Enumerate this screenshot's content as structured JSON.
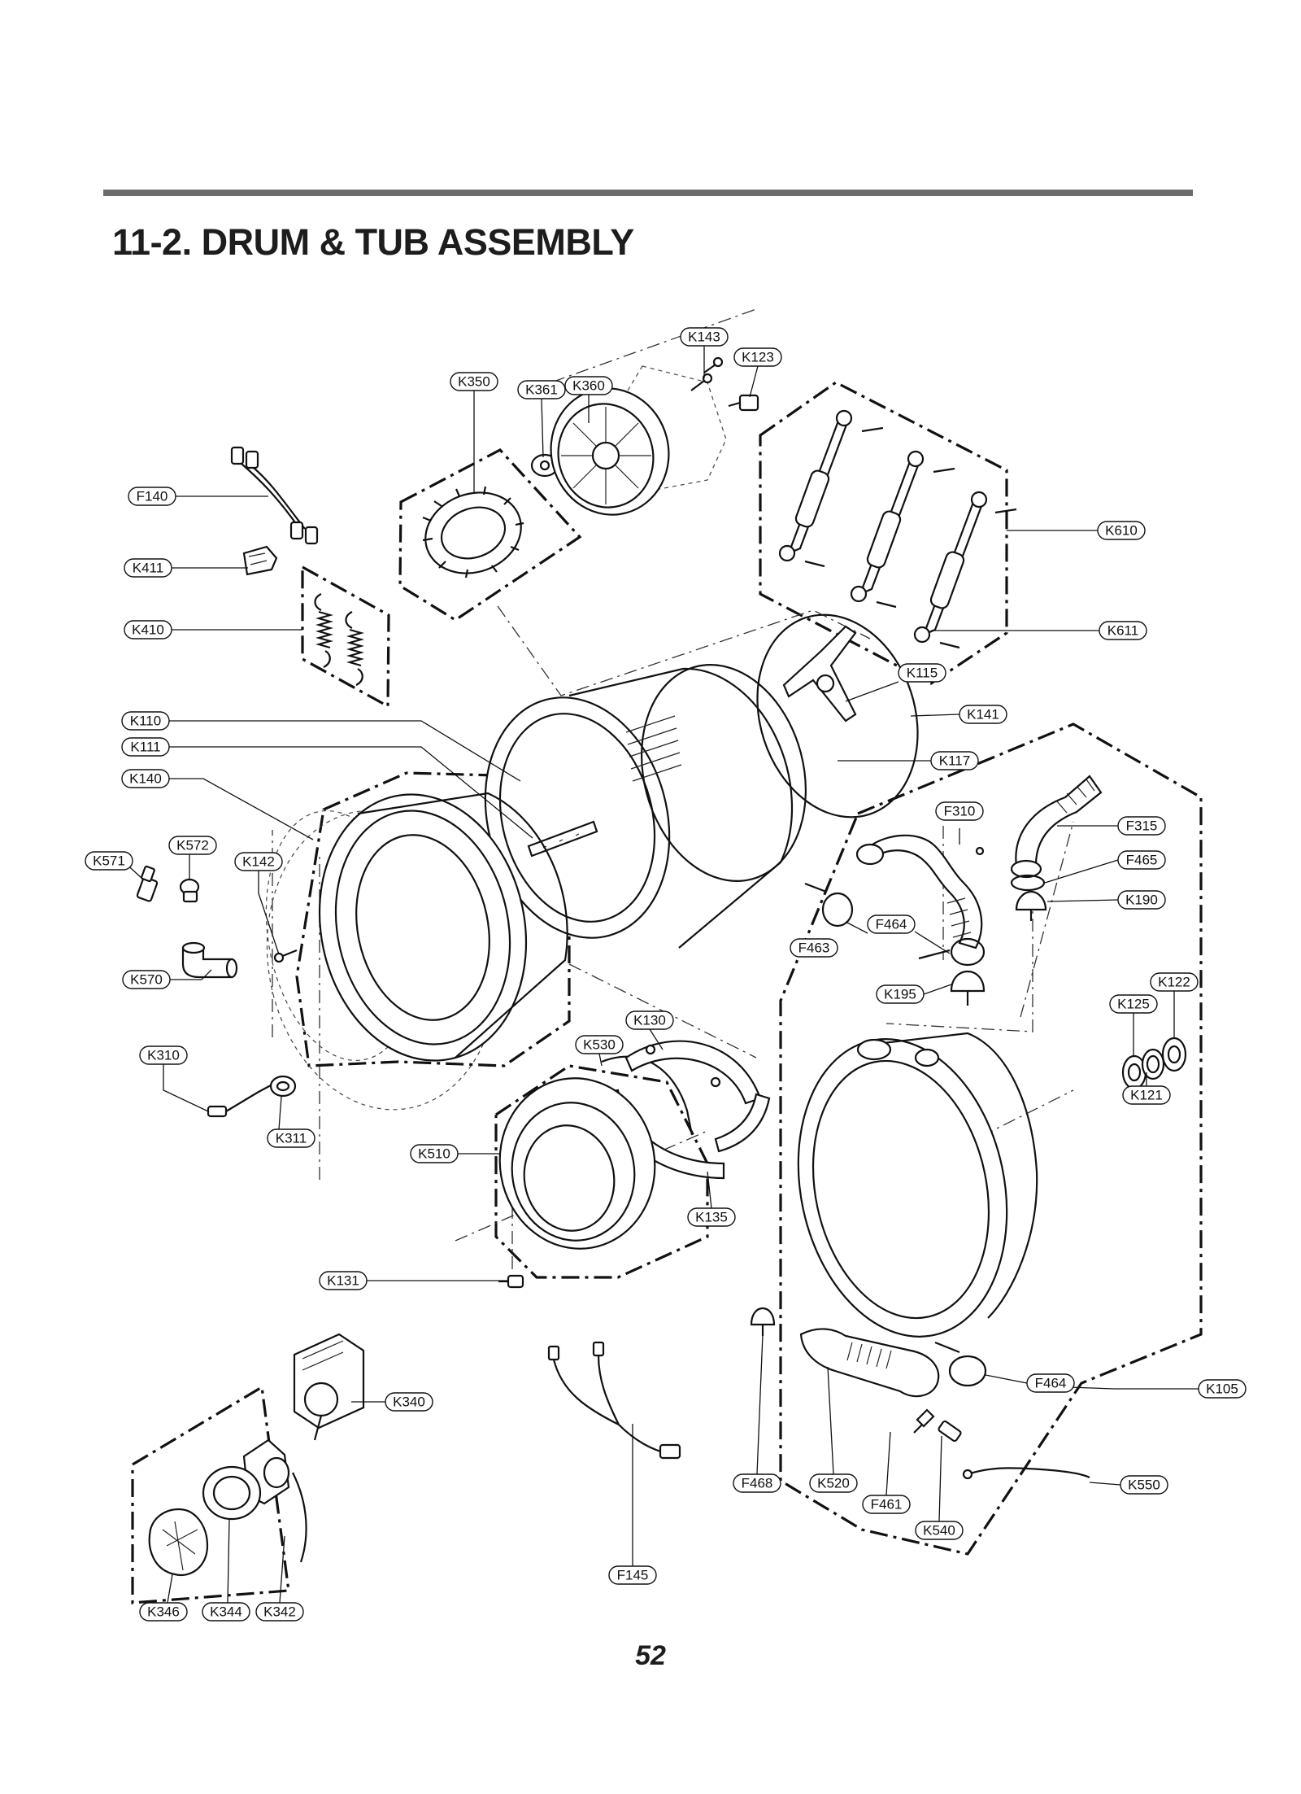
{
  "header": {
    "title": "11-2. DRUM & TUB ASSEMBLY"
  },
  "footer": {
    "page_number": "52"
  },
  "part_labels": [
    "K143",
    "K123",
    "K350",
    "K361",
    "K360",
    "F140",
    "K610",
    "K411",
    "K410",
    "K611",
    "K115",
    "K141",
    "K110",
    "K111",
    "K117",
    "K140",
    "F310",
    "F315",
    "K572",
    "K571",
    "K142",
    "F465",
    "K190",
    "F464",
    "F463",
    "K570",
    "K122",
    "K195",
    "K125",
    "K130",
    "K530",
    "K310",
    "K121",
    "K311",
    "K510",
    "K135",
    "K131",
    "F464",
    "K105",
    "K340",
    "F468",
    "K520",
    "K550",
    "F461",
    "K540",
    "F145",
    "K346",
    "K344",
    "K342"
  ]
}
